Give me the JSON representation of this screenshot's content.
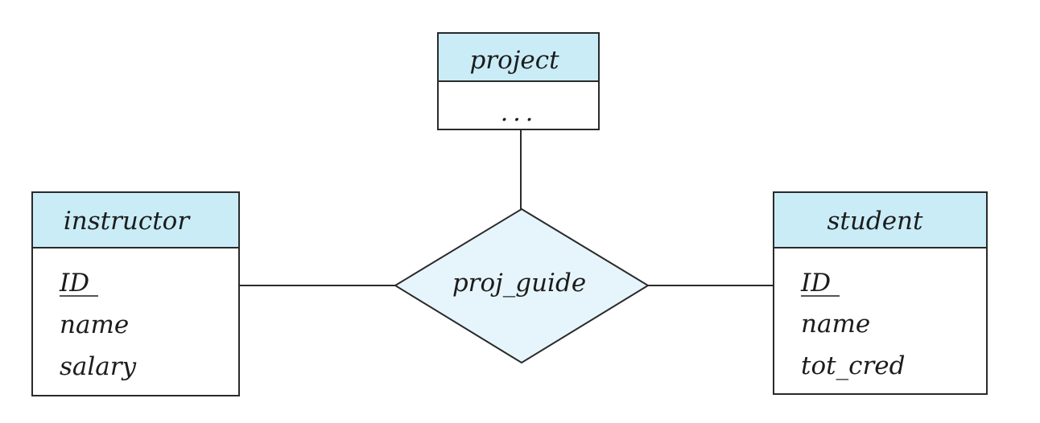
{
  "colors": {
    "entity_header": "#c9ecf7",
    "relationship_fill": "#e6f5fb",
    "stroke": "#2a2a2a",
    "text": "#1c1c1c"
  },
  "entities": {
    "project": {
      "name": "project",
      "attributes": [
        "..."
      ]
    },
    "instructor": {
      "name": "instructor",
      "attributes": [
        {
          "text": "ID",
          "primary_key": true
        },
        {
          "text": "name",
          "primary_key": false
        },
        {
          "text": "salary",
          "primary_key": false
        }
      ]
    },
    "student": {
      "name": "student",
      "attributes": [
        {
          "text": "ID",
          "primary_key": true
        },
        {
          "text": "name",
          "primary_key": false
        },
        {
          "text": "tot_cred",
          "primary_key": false
        }
      ]
    }
  },
  "relationship": {
    "name": "proj_guide",
    "participants": [
      "project",
      "instructor",
      "student"
    ]
  }
}
